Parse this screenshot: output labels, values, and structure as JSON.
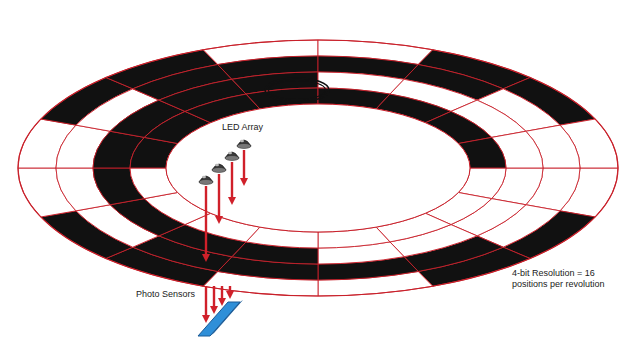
{
  "diagram": {
    "labels": [
      "LED Array",
      "Photo Sensors",
      "4-bit Resolution = 16 positions per revolution"
    ]
  }
}
